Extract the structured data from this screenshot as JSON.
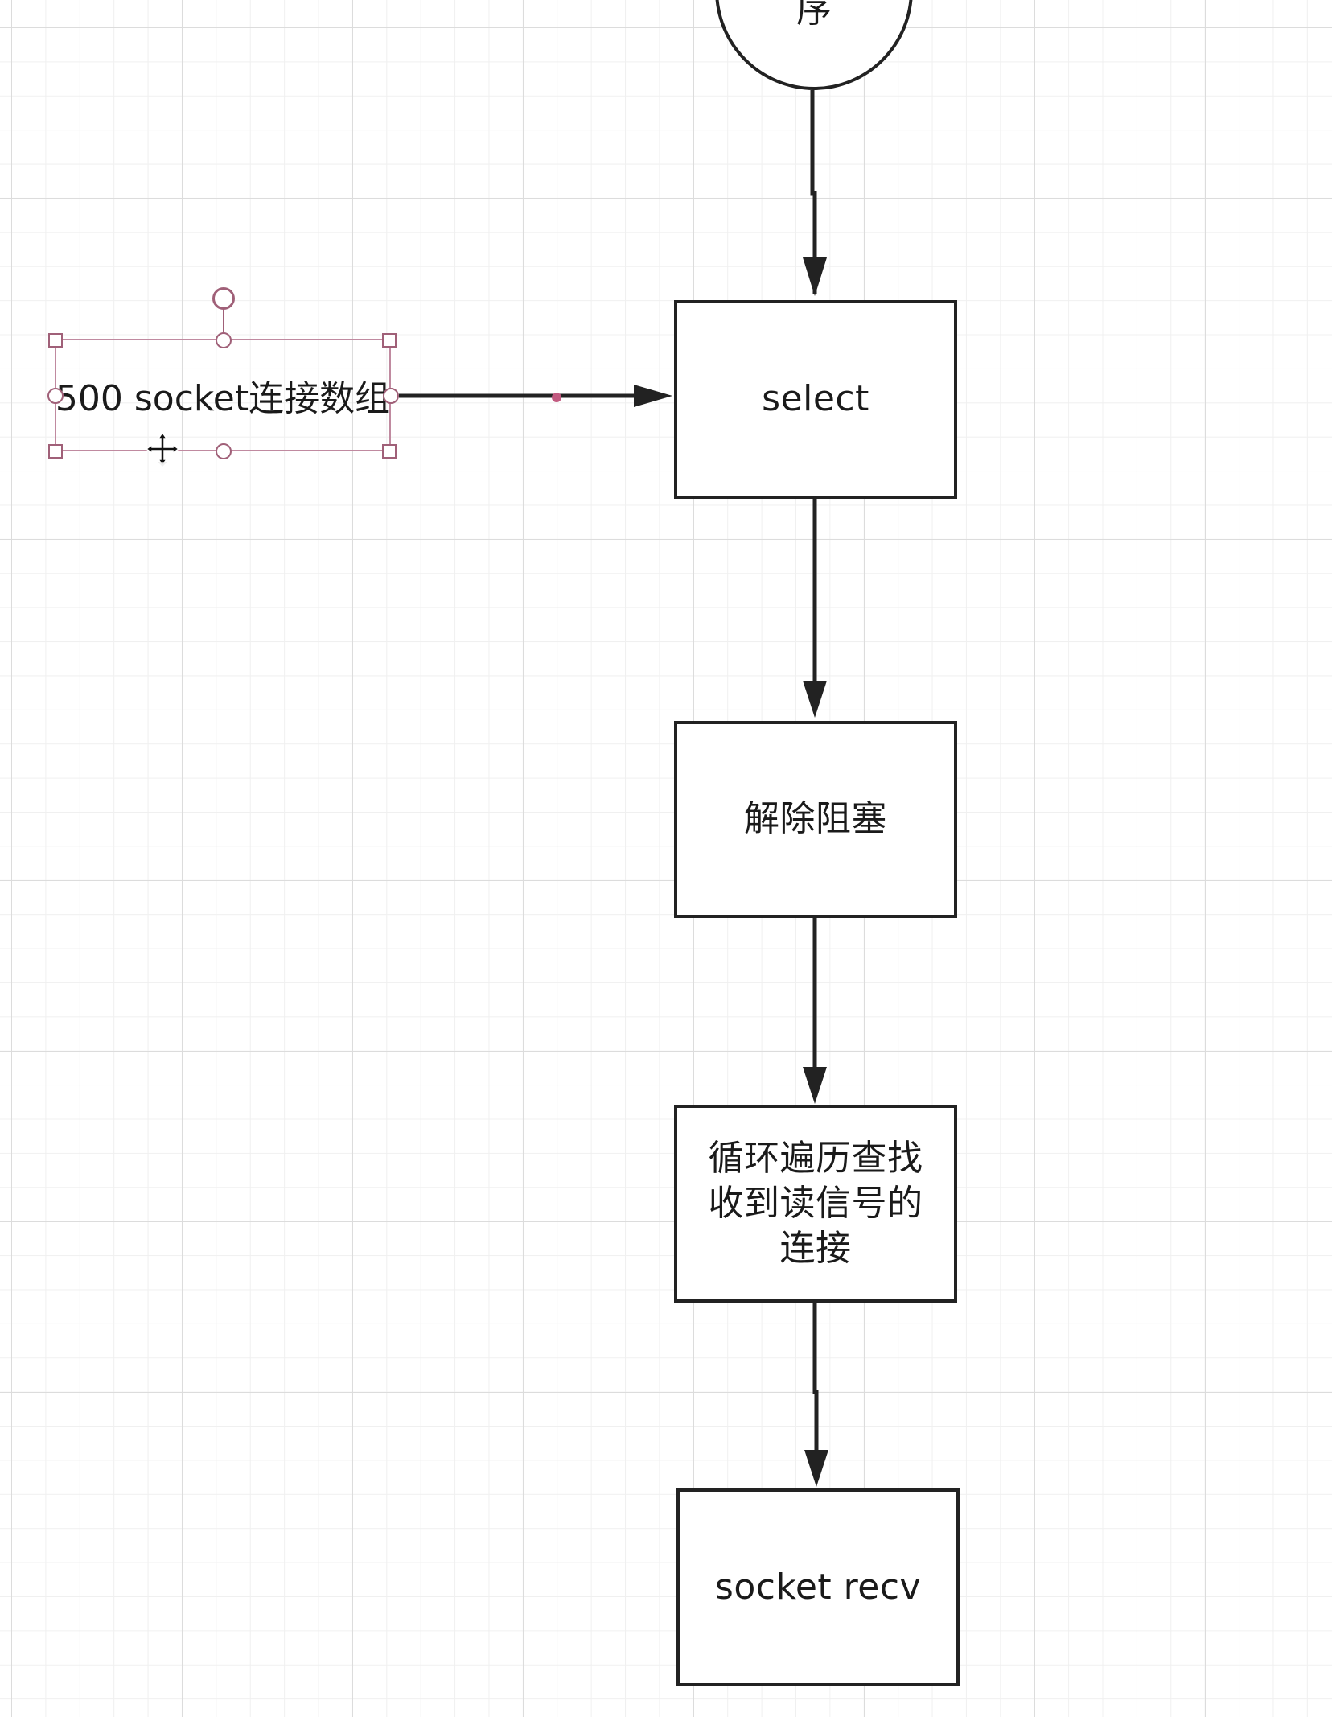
{
  "diagram": {
    "nodes": {
      "start": {
        "label": "序"
      },
      "select": {
        "label": "select"
      },
      "unblock": {
        "label": "解除阻塞"
      },
      "loop": {
        "label": "循环遍历查找\n收到读信号的\n连接"
      },
      "recv": {
        "label": "socket recv"
      }
    },
    "input_label": {
      "text": "500 socket连接数组"
    },
    "edges": [
      {
        "from": "start",
        "to": "select"
      },
      {
        "from": "input_label",
        "to": "select"
      },
      {
        "from": "select",
        "to": "unblock"
      },
      {
        "from": "unblock",
        "to": "loop"
      },
      {
        "from": "loop",
        "to": "recv"
      }
    ],
    "colors": {
      "stroke": "#222222",
      "selection": "#a06078",
      "grid_major": "#dcdcdc",
      "grid_minor": "#f0f0f0"
    },
    "selected_icon": "move-cursor-icon"
  }
}
